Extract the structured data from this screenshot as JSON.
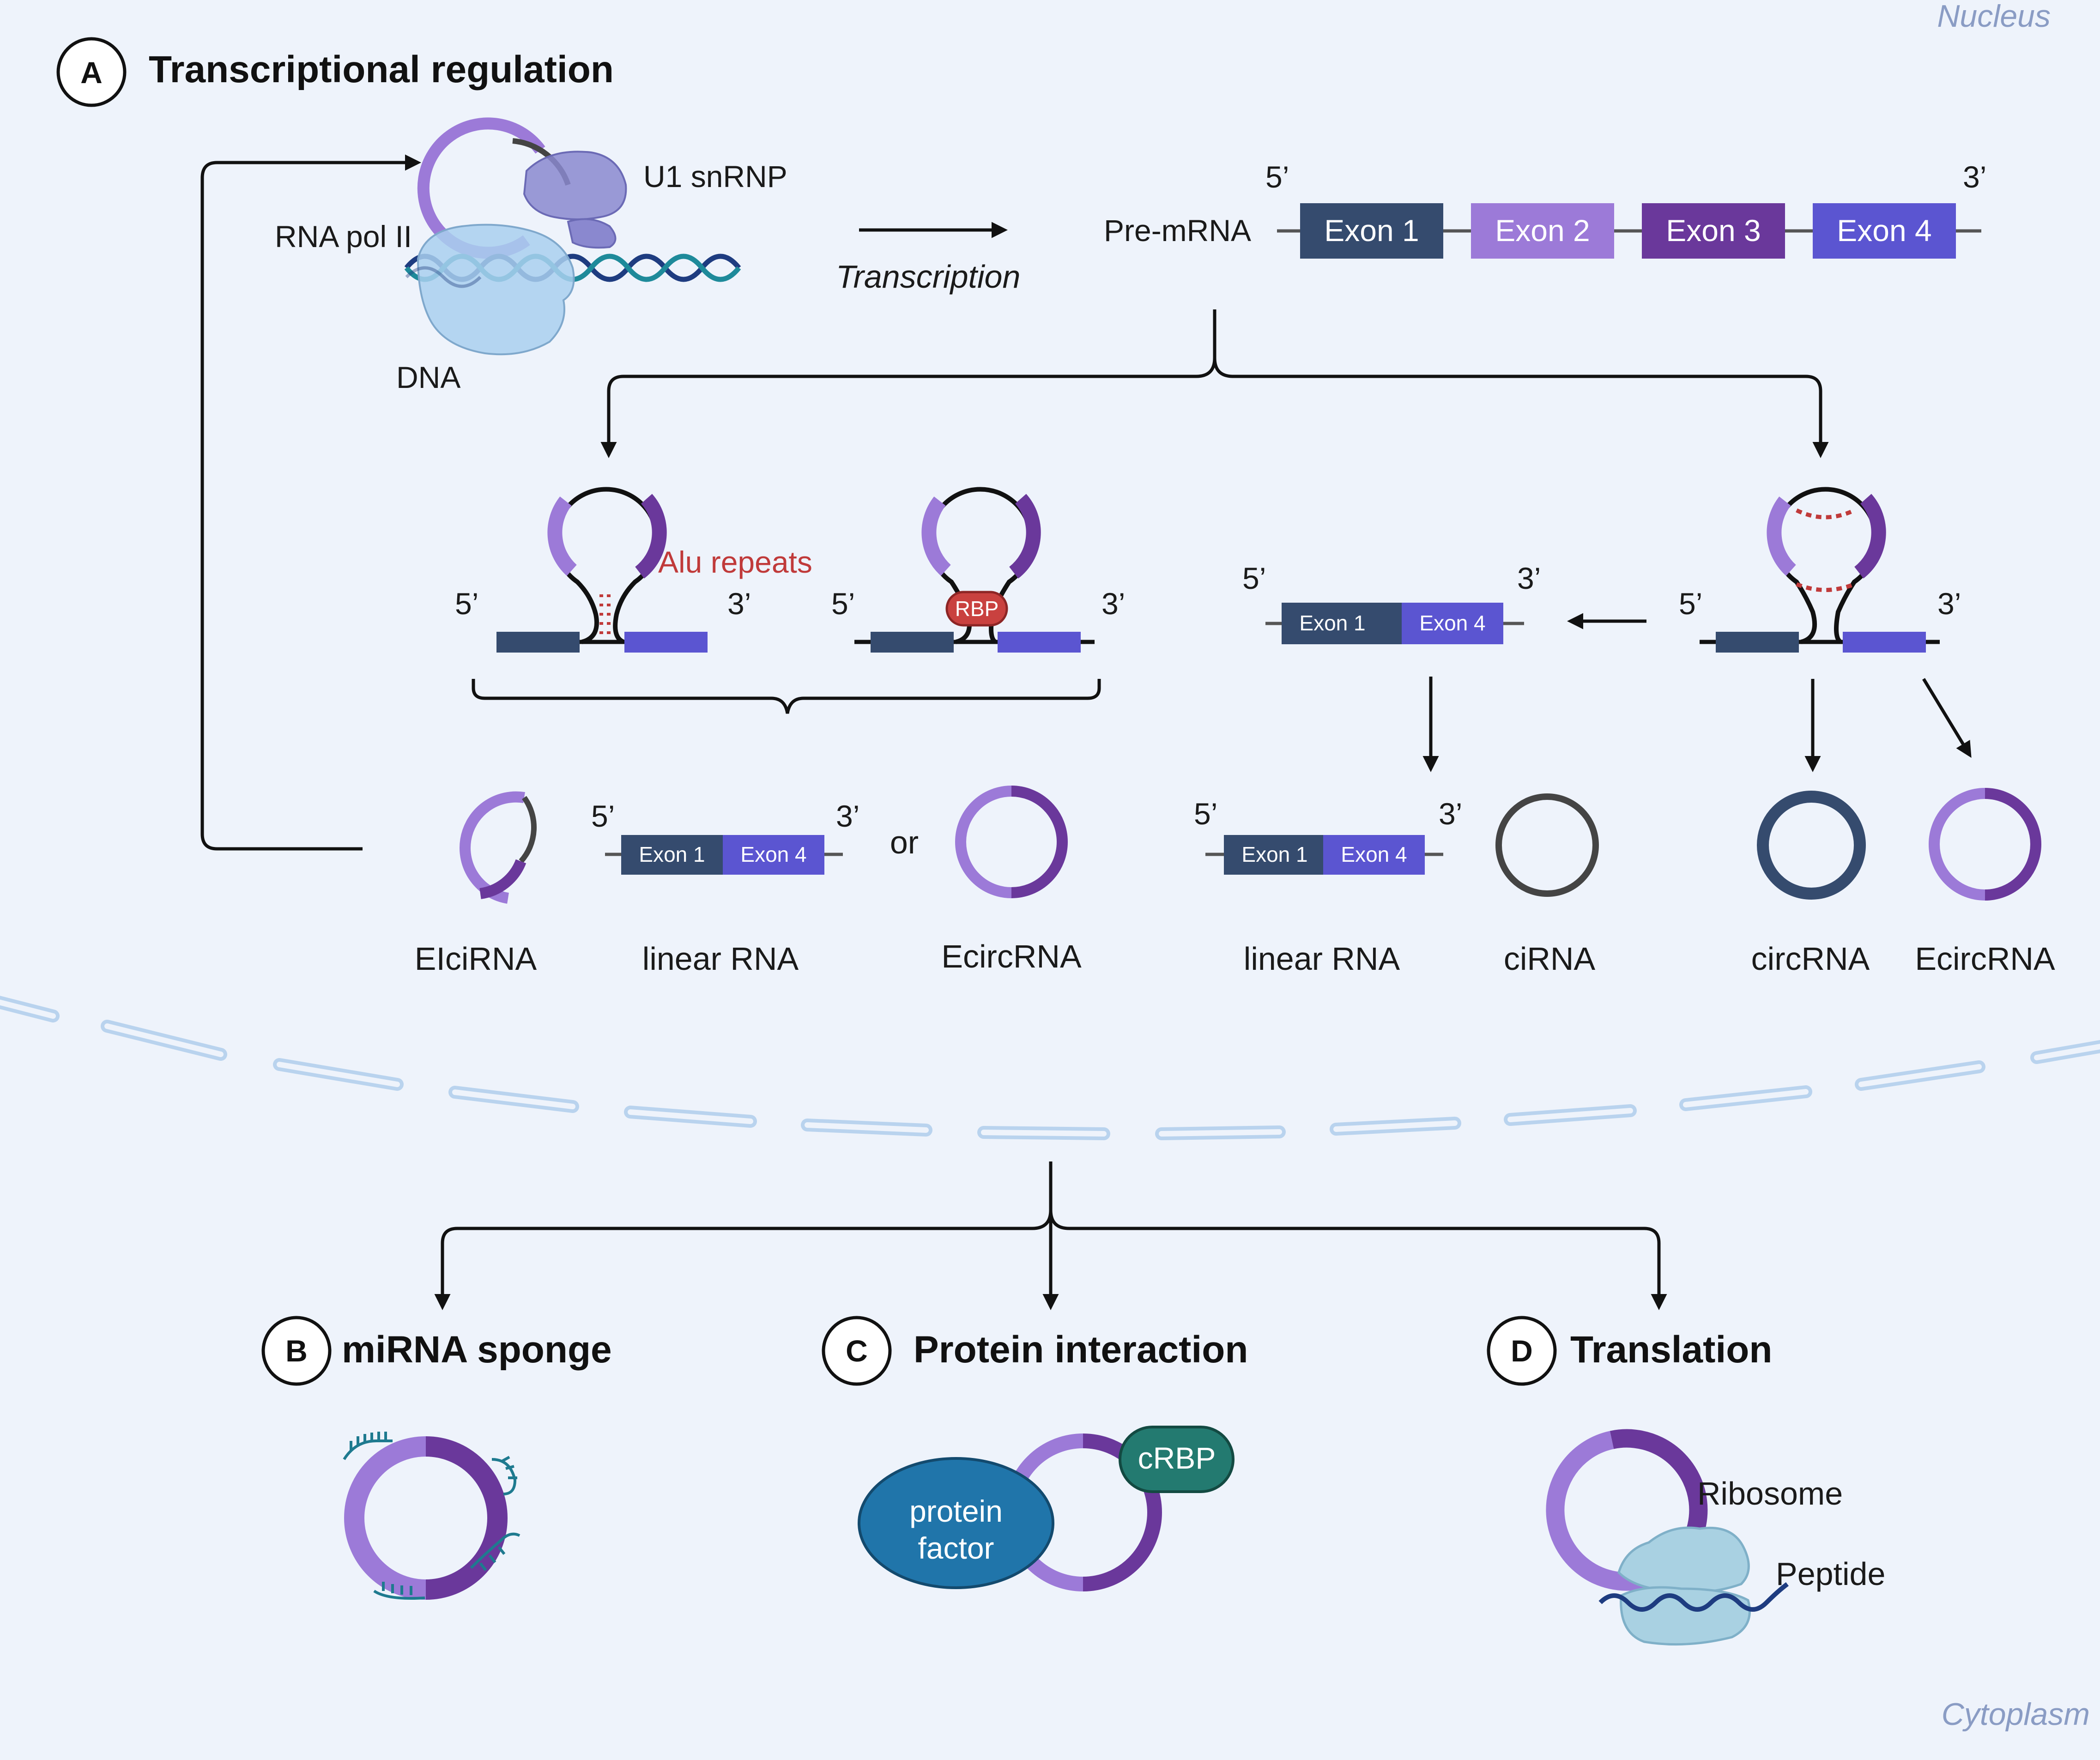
{
  "compartments": {
    "nucleus": "Nucleus",
    "cytoplasm": "Cytoplasm"
  },
  "panelA": {
    "badge": "A",
    "title": "Transcriptional regulation",
    "rna_pol_label": "RNA pol II",
    "u1_label": "U1 snRNP",
    "dna_label": "DNA",
    "transcription_label": "Transcription",
    "premrna_label": "Pre-mRNA",
    "five_prime": "5’",
    "three_prime": "3’",
    "exons": [
      "Exon 1",
      "Exon 2",
      "Exon 3",
      "Exon 4"
    ],
    "alu_label": "Alu repeats",
    "rbp_label": "RBP",
    "or_label": "or",
    "products": {
      "elcirna": "EIciRNA",
      "linear_rna_1": "linear RNA",
      "ecircrna_1": "EcircRNA",
      "linear_rna_2": "linear RNA",
      "cirna": "ciRNA",
      "circrna": "circRNA",
      "ecircrna_2": "EcircRNA"
    }
  },
  "panelB": {
    "badge": "B",
    "title": "miRNA sponge"
  },
  "panelC": {
    "badge": "C",
    "title": "Protein interaction",
    "protein_factor_line1": "protein",
    "protein_factor_line2": "factor",
    "crbp_label": "cRBP"
  },
  "panelD": {
    "badge": "D",
    "title": "Translation",
    "ribosome_label": "Ribosome",
    "peptide_label": "Peptide"
  },
  "colors": {
    "exon1": "#354b6e",
    "exon2": "#9c7ad8",
    "exon3": "#6a389b",
    "exon4": "#5b55d1",
    "background": "#eef3fb",
    "membrane": "#b9d3ee",
    "alu": "#c03a3a",
    "protein_factor": "#2075aa",
    "crbp": "#237a70",
    "ribosome": "#a9d1e2"
  }
}
